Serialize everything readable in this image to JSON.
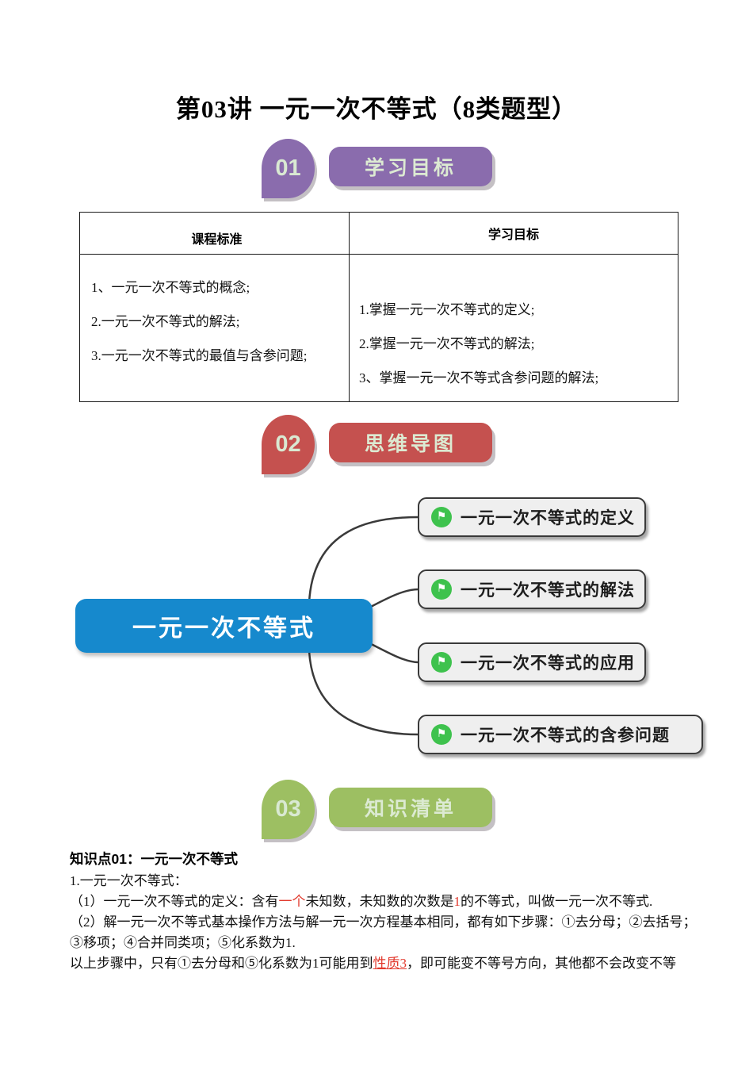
{
  "page": {
    "title": "第03讲 一元一次不等式（8类题型）"
  },
  "sections": [
    {
      "number": "01",
      "label": "学习目标",
      "color": "#8a6cad"
    },
    {
      "number": "02",
      "label": "思维导图",
      "color": "#c5514f"
    },
    {
      "number": "03",
      "label": "知识清单",
      "color": "#9dbf62"
    }
  ],
  "objectives_table": {
    "headers": [
      "课程标准",
      "学习目标"
    ],
    "course_standards": [
      "1、一元一次不等式的概念;",
      "2.一元一次不等式的解法;",
      "3.一元一次不等式的最值与含参问题;"
    ],
    "learning_goals": [
      "1.掌握一元一次不等式的定义;",
      "2.掌握一元一次不等式的解法;",
      "3、掌握一元一次不等式含参问题的解法;"
    ]
  },
  "mindmap": {
    "root": "一元一次不等式",
    "root_color": "#1689cd",
    "branch_icon": "flag",
    "branch_icon_color": "#3ec24d",
    "branches": [
      "一元一次不等式的定义",
      "一元一次不等式的解法",
      "一元一次不等式的应用",
      "一元一次不等式的含参问题"
    ]
  },
  "knowledge": {
    "heading": "知识点01：一元一次不等式",
    "line1": "1.一元一次不等式：",
    "line2": {
      "a": "（1）一元一次不等式的定义：含有",
      "red1": "一个",
      "b": "未知数，未知数的次数是",
      "red2": "1",
      "c": "的不等式，叫做一元一次不等式."
    },
    "line3": "（2）解一元一次不等式基本操作方法与解一元一次方程基本相同，都有如下步骤：①去分母；②去括号；",
    "line4": "③移项；④合并同类项；⑤化系数为1.",
    "line5": {
      "a": "以上步骤中，只有①去分母和⑤化系数为1可能用到",
      "red": "性质3",
      "b": "，即可能变不等号方向，其他都不会改变不等"
    }
  }
}
